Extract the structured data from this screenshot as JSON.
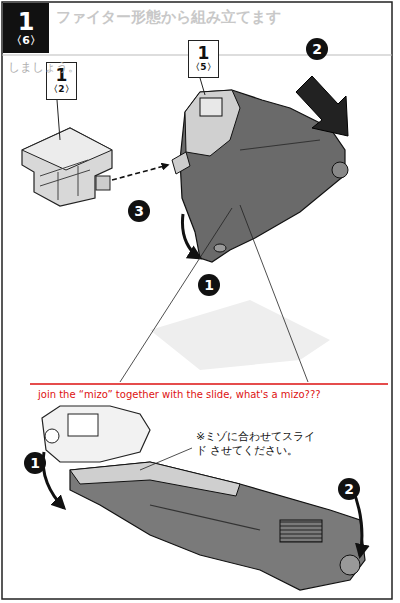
{
  "diagram": {
    "nodes": [
      {
        "text": [
          "1",
          "〈6〉"
        ]
      },
      {
        "text": [
          "1",
          "〈2〉"
        ]
      },
      {
        "text": [
          "1",
          "〈5〉"
        ]
      },
      {
        "text": [
          "2"
        ]
      },
      {
        "text": [
          "3"
        ]
      },
      {
        "text": [
          "1"
        ]
      },
      {
        "text": [
          "1"
        ]
      },
      {
        "text": [
          "2"
        ]
      }
    ],
    "labels": [
      "ファイター形態から組み立てます",
      "しましょう。",
      "join the “mizo” together with the slide, what's a mizo???",
      "※ミゾに合わせてスライド させてください。"
    ]
  }
}
